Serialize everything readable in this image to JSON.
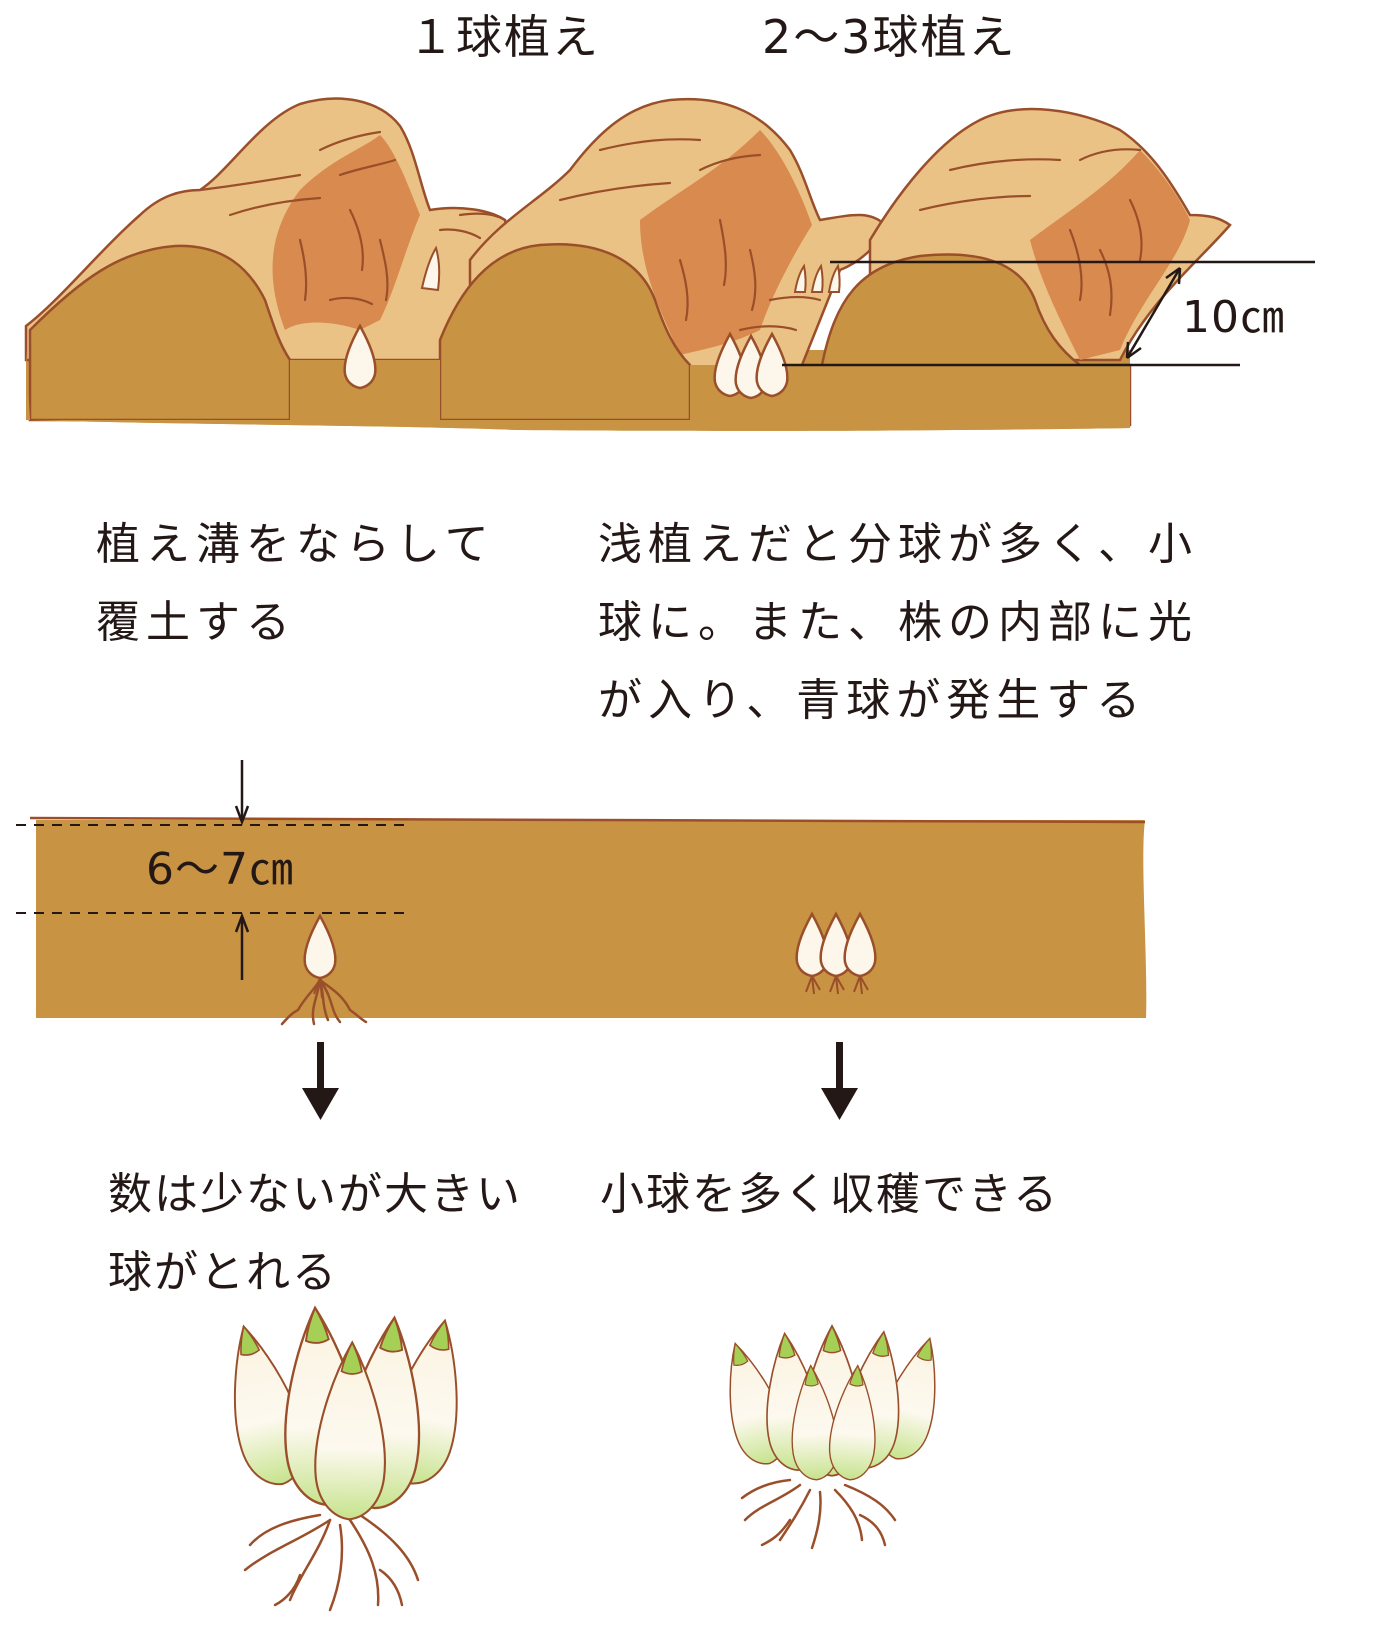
{
  "titles": {
    "single": "１球植え",
    "multi": "2〜3球植え"
  },
  "dimensions": {
    "ridge_depth": "10㎝",
    "cover_depth": "6〜7㎝"
  },
  "texts": {
    "single_cover": [
      "植え溝をならして",
      "覆土する"
    ],
    "multi_shallow": [
      "浅植えだと分球が多く、小",
      "球に。また、株の内部に光",
      "が入り、青球が発生する"
    ],
    "single_result": [
      "数は少ないが大きい",
      "球がとれる"
    ],
    "multi_result": [
      "小球を多く収穫できる"
    ]
  },
  "colors": {
    "soil": "#c89443",
    "ridge_light": "#ebc286",
    "ridge_dark": "#d98a4e",
    "outline": "#9a4f2a",
    "bulb": "#fdf6ea",
    "bulb_tip": "#a6cf55"
  },
  "icons": [
    "bulb-icon",
    "bulb-cluster-icon",
    "down-arrow-icon"
  ]
}
